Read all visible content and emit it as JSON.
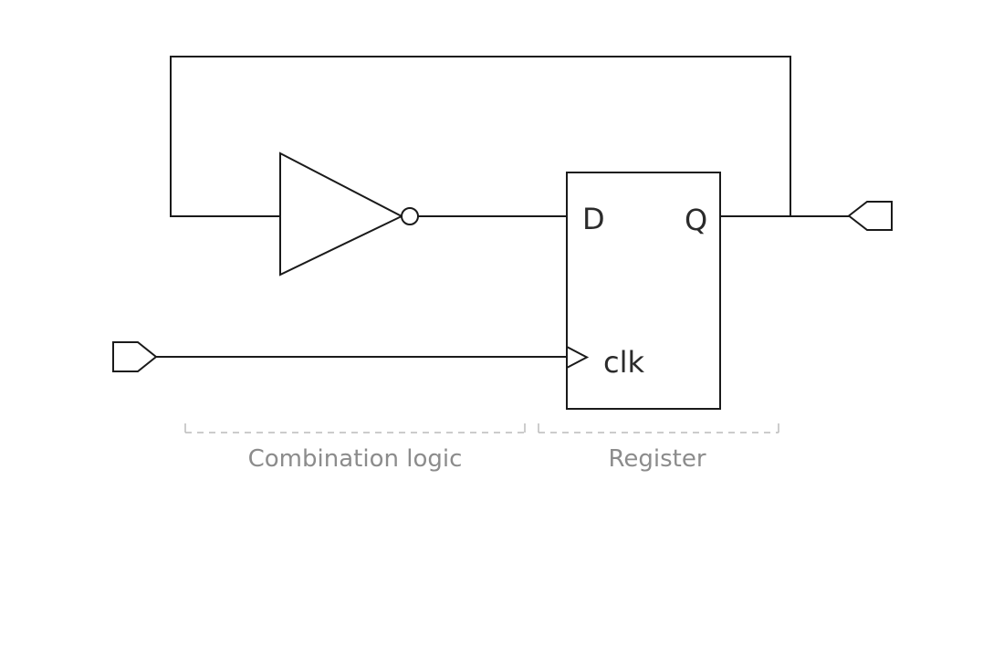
{
  "diagram": {
    "register": {
      "d_label": "D",
      "q_label": "Q",
      "clk_label": "clk"
    },
    "regions": [
      {
        "label": "Combination logic"
      },
      {
        "label": "Register"
      }
    ],
    "components": {
      "inverter": "not-gate-symbol",
      "inverter_bubble": "inversion-bubble",
      "flipflop": "d-flip-flop-box",
      "clock_input": "input-port-pentagon",
      "output": "output-port-pentagon",
      "clock_edge": "clock-edge-triangle"
    },
    "colors": {
      "wire": "#1a1a1a",
      "pin_text": "#2b2b2b",
      "region_label": "#8c8c8c",
      "bracket": "#bcbcbc",
      "background": "#ffffff"
    }
  }
}
